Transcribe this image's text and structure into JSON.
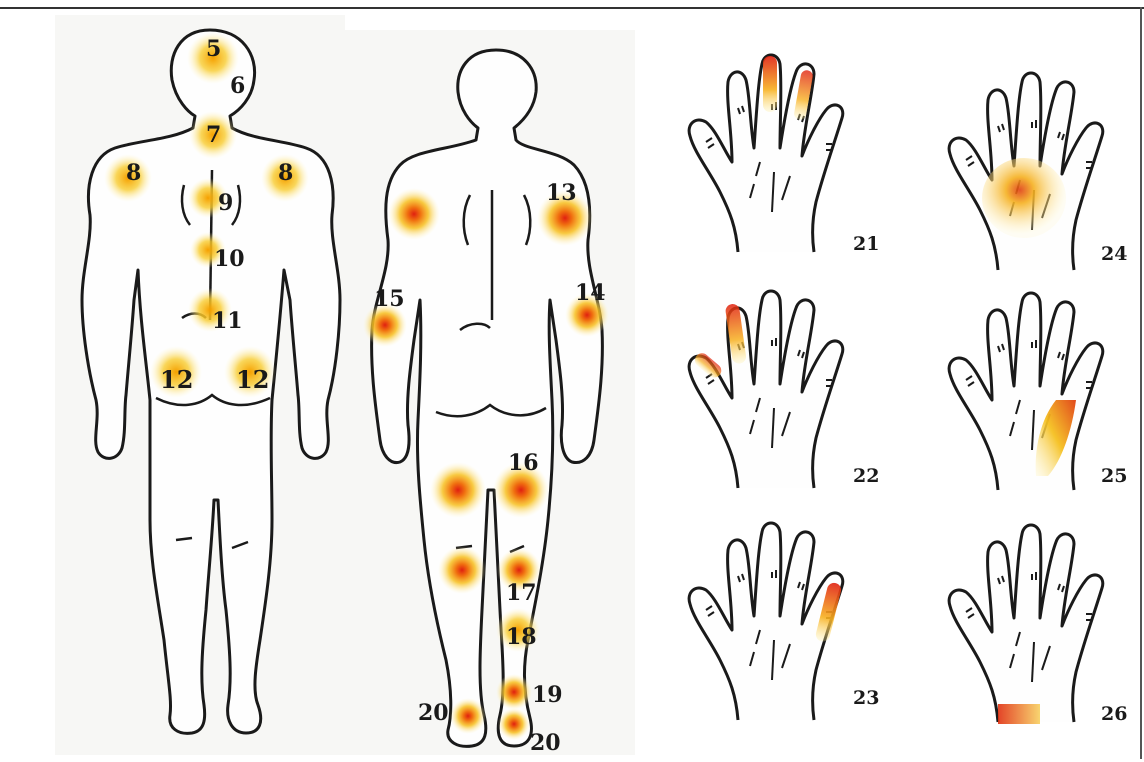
{
  "figure": {
    "body_labels": {
      "l5": "5",
      "l6": "6",
      "l7": "7",
      "l8a": "8",
      "l8b": "8",
      "l9": "9",
      "l10": "10",
      "l11": "11",
      "l12a": "12",
      "l12b": "12",
      "l13": "13",
      "l14": "14",
      "l15": "15",
      "l16": "16",
      "l17": "17",
      "l18": "18",
      "l19": "19",
      "l20a": "20",
      "l20b": "20"
    },
    "hand_labels": {
      "h21": "21",
      "h22": "22",
      "h23": "23",
      "h24": "24",
      "h25": "25",
      "h26": "26"
    },
    "colors": {
      "outline": "#1a1a1a",
      "hotspot_core": "#e02010",
      "hotspot_mid": "#f5b800",
      "hotspot_edge": "#fff5c0"
    }
  }
}
